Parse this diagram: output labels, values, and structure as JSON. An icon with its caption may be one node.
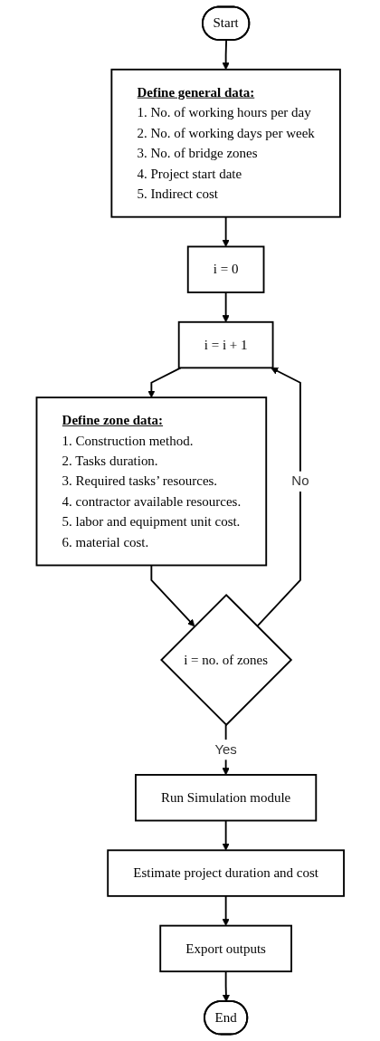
{
  "diagram": {
    "nodes": [
      {
        "text": [
          "Start"
        ]
      },
      {
        "text": [
          "Define general data:",
          "1. No. of working hours per day",
          "2. No. of working days per week",
          "3. No. of bridge zones",
          "4. Project start date",
          "5. Indirect cost"
        ]
      },
      {
        "text": [
          "i = 0"
        ]
      },
      {
        "text": [
          "i = i + 1"
        ]
      },
      {
        "text": [
          "Define zone data:",
          "1. Construction method.",
          "2. Tasks duration.",
          "3. Required tasks’ resources.",
          "4. contractor available resources.",
          "5. labor and equipment unit cost.",
          "6. material cost."
        ]
      },
      {
        "text": [
          "i = no. of zones"
        ]
      },
      {
        "text": [
          "Run Simulation module"
        ]
      },
      {
        "text": [
          "Estimate project duration and cost"
        ]
      },
      {
        "text": [
          "Export outputs"
        ]
      },
      {
        "text": [
          "End"
        ]
      }
    ],
    "edges": [
      {
        "from": 0,
        "to": 1,
        "arrow": "to"
      },
      {
        "from": 1,
        "to": 2,
        "arrow": "to"
      },
      {
        "from": 2,
        "to": 3,
        "arrow": "to"
      },
      {
        "from": 3,
        "to": 4,
        "arrow": "to"
      },
      {
        "from": 4,
        "to": 5,
        "arrow": "to"
      },
      {
        "from": 5,
        "to": 6,
        "label": "Yes",
        "arrow": "to"
      },
      {
        "from": 5,
        "to": 3,
        "label": "No",
        "arrow": "to"
      },
      {
        "from": 6,
        "to": 7,
        "arrow": "to"
      },
      {
        "from": 7,
        "to": 8,
        "arrow": "to"
      },
      {
        "from": 8,
        "to": 9,
        "arrow": "to"
      }
    ]
  }
}
